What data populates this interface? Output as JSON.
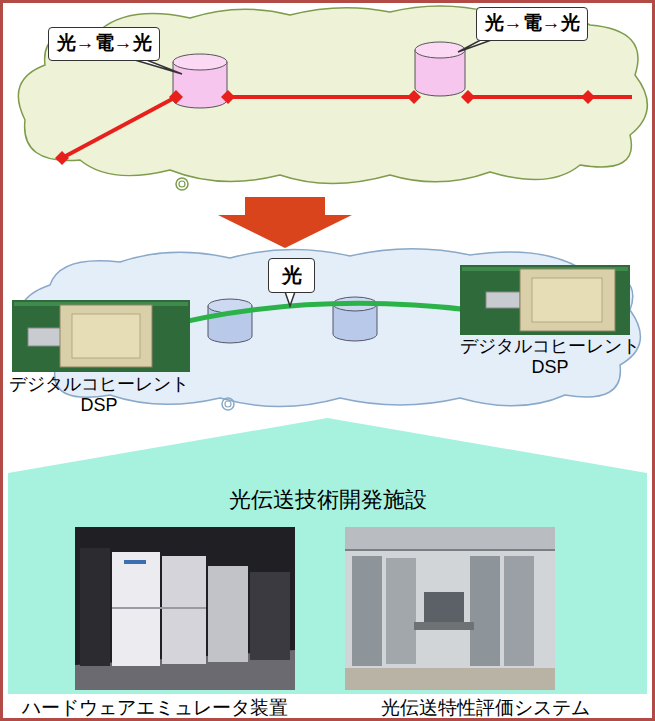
{
  "diagram": {
    "nodes": [
      {
        "text": [
          "光→電→光"
        ]
      },
      {
        "text": [
          "光→電→光"
        ]
      },
      {
        "text": [
          "光"
        ]
      },
      {
        "text": [
          "光伝送技術開発施設"
        ]
      }
    ],
    "labels": [
      "デジタルコヒーレント DSP",
      "デジタルコヒーレント DSP",
      "ハードウェアエミュレータ装置",
      "光伝送特性評価システム"
    ]
  }
}
